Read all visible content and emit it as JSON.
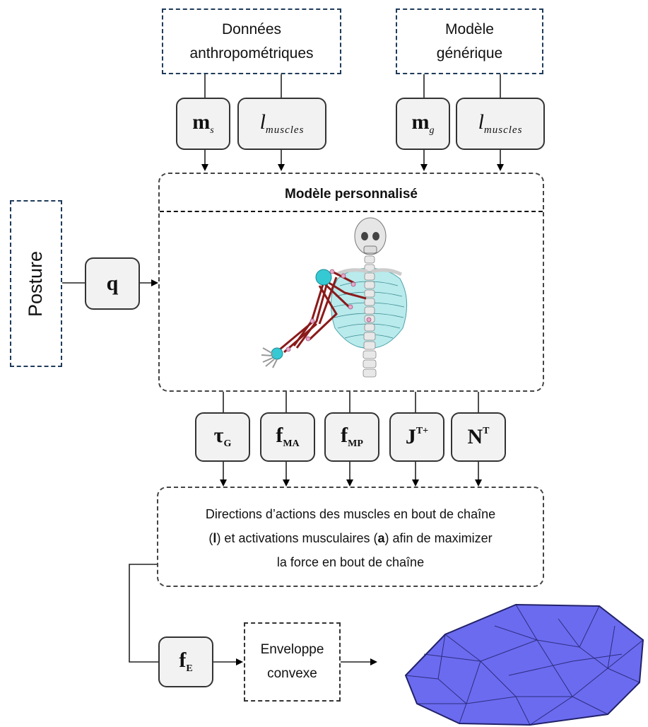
{
  "inputs": {
    "anthropometric": {
      "line1": "Données",
      "line2": "anthropométriques"
    },
    "generic_model": {
      "line1": "Modèle",
      "line2": "générique"
    },
    "posture": "Posture"
  },
  "nodes": {
    "m_s": {
      "base": "m",
      "sub": "s"
    },
    "l_muscles_1": {
      "base": "l",
      "sub": "muscles"
    },
    "m_g": {
      "base": "m",
      "sub": "g"
    },
    "l_muscles_2": {
      "base": "l",
      "sub": "muscles"
    },
    "q": {
      "base": "q"
    },
    "tau_g": {
      "base": "τ",
      "sub": "G"
    },
    "f_ma": {
      "base": "f",
      "sub": "MA"
    },
    "f_mp": {
      "base": "f",
      "sub": "MP"
    },
    "j_t_plus": {
      "base": "J",
      "sup": "T+"
    },
    "n_t": {
      "base": "N",
      "sup": "T"
    },
    "f_e": {
      "base": "f",
      "sub": "E"
    }
  },
  "model": {
    "title": "Modèle personnalisé"
  },
  "optimization": {
    "line1": "Directions d’actions des muscles en bout de chaîne",
    "line2_pre": "(",
    "line2_l": "l",
    "line2_mid": ") et activations musculaires (",
    "line2_a": "a",
    "line2_post": ") afin de maximizer",
    "line3": "la force en bout de chaîne"
  },
  "hull": {
    "line1": "Enveloppe",
    "line2": "convexe"
  },
  "colors": {
    "dash_blue": "#1f3b5a",
    "node_fill": "#f2f2f2",
    "polytope": "#6b6bf0",
    "muscle": "#8b1a1a",
    "ribcage": "#7fd8dc"
  }
}
